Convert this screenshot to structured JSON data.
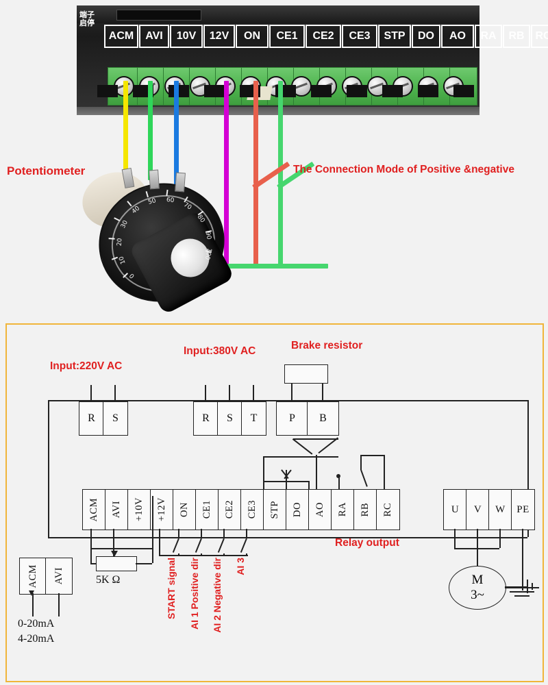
{
  "photo": {
    "chinese_labels": [
      "端子",
      "启停"
    ],
    "terminal_labels": [
      "ACM",
      "AVI",
      "10V",
      "12V",
      "ON",
      "CE1",
      "CE2",
      "CE3",
      "STP",
      "DO",
      "AO",
      "RA",
      "RB",
      "RC"
    ],
    "terminal_widths": [
      46,
      40,
      44,
      42,
      44,
      48,
      48,
      48,
      44,
      38,
      44,
      36,
      36,
      32
    ],
    "potentiometer_label": "Potentiometer",
    "connection_mode_label": "The Connection Mode of Positive &negative",
    "dial_numbers": [
      "0",
      "10",
      "20",
      "30",
      "40",
      "50",
      "60",
      "70",
      "80",
      "90",
      "100"
    ],
    "wire_colors": {
      "acm": "#f5e600",
      "avi": "#2fd65a",
      "v10": "#1a7ae0",
      "on": "#d400d4",
      "ce1": "#e8604c",
      "ce2": "#46d66e"
    }
  },
  "schematic": {
    "input_220_label": "Input:220V AC",
    "input_380_label": "Input:380V AC",
    "brake_resistor_label": "Brake resistor",
    "relay_output_label": "Relay output",
    "power_terminals_220": [
      "R",
      "S"
    ],
    "power_terminals_380": [
      "R",
      "S",
      "T"
    ],
    "brake_terminals": [
      "P",
      "B"
    ],
    "control_terminals": [
      "ACM",
      "AVI",
      "+10V",
      "+12V",
      "ON",
      "CE1",
      "CE2",
      "CE3",
      "STP",
      "DO",
      "AO",
      "RA",
      "RB",
      "RC"
    ],
    "motor_terminals": [
      "U",
      "V",
      "W",
      "PE"
    ],
    "analog_box_terminals": [
      "ACM",
      "AVI"
    ],
    "current_ranges": [
      "0-20mA",
      "4-20mA"
    ],
    "pot_value": "5K Ω",
    "signal_labels": [
      "START signal",
      "AI 1    Positive dir",
      "AI 2    Negative dir",
      "AI 3"
    ],
    "motor_symbol": {
      "top": "M",
      "bottom": "3~"
    },
    "accent_border_color": "#f0b53a",
    "red_text_color": "#e02020"
  }
}
